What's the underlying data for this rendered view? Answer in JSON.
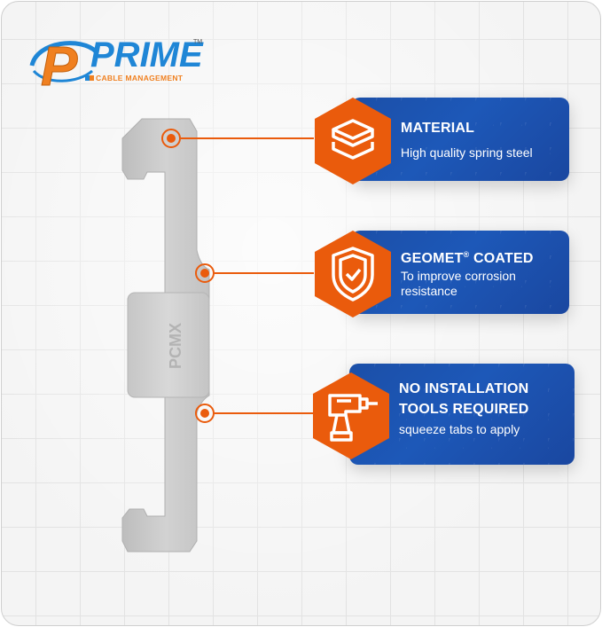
{
  "brand": {
    "letter": "P",
    "name": "PRIME",
    "trademark": "TM",
    "tagline": "CABLE MANAGEMENT",
    "colors": {
      "blue": "#1f86d6",
      "orange": "#f08020"
    }
  },
  "product": {
    "engraving": "PCMX"
  },
  "features": [
    {
      "icon": "layers-icon",
      "title": "MATERIAL",
      "subtitle": "High quality spring steel"
    },
    {
      "icon": "shield-check-icon",
      "title": "GEOMET",
      "title_mark": "®",
      "title_suffix": " COATED",
      "subtitle_line1": "To improve corrosion",
      "subtitle_line2": "resistance"
    },
    {
      "icon": "drill-icon",
      "title_line1": "NO INSTALLATION",
      "title_line2": "TOOLS REQUIRED",
      "subtitle": "squeeze tabs to apply"
    }
  ],
  "colors": {
    "accent_orange": "#ea5b0c",
    "card_blue": "#1b4fa8",
    "clip_gray": "#c9c9c9"
  }
}
